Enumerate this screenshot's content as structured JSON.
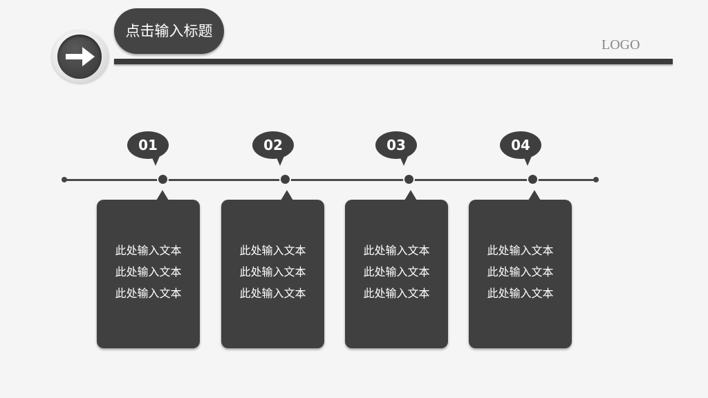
{
  "header": {
    "title": "点击输入标题",
    "logo": "LOGO",
    "arrow_icon": "arrow-right-icon"
  },
  "timeline": {
    "steps": [
      {
        "number": "01",
        "lines": [
          "此处输入文本",
          "此处输入文本",
          "此处输入文本"
        ]
      },
      {
        "number": "02",
        "lines": [
          "此处输入文本",
          "此处输入文本",
          "此处输入文本"
        ]
      },
      {
        "number": "03",
        "lines": [
          "此处输入文本",
          "此处输入文本",
          "此处输入文本"
        ]
      },
      {
        "number": "04",
        "lines": [
          "此处输入文本",
          "此处输入文本",
          "此处输入文本"
        ]
      }
    ]
  },
  "colors": {
    "background": "#f5f5f5",
    "dark": "#404040",
    "text_light": "#ffffff"
  }
}
